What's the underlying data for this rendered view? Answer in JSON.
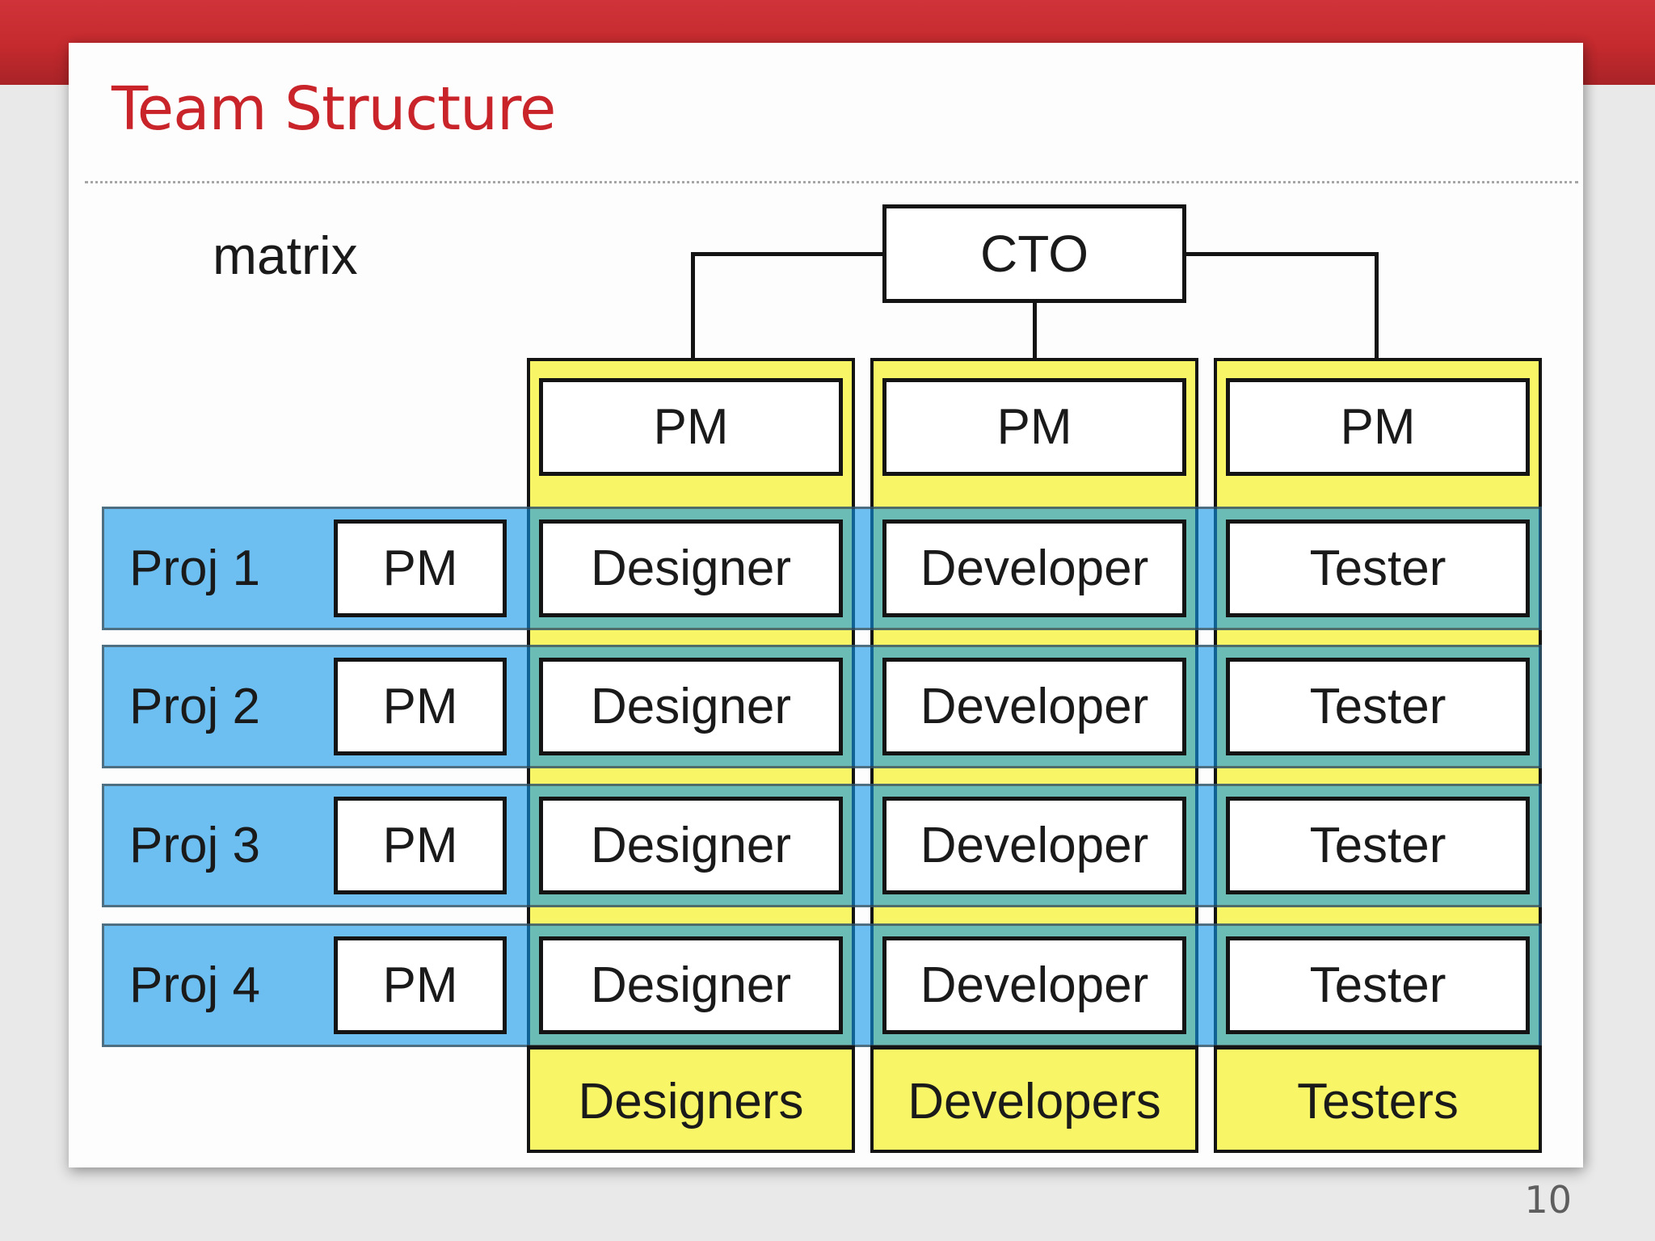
{
  "page": {
    "title": "Team Structure",
    "matrix_label": "matrix",
    "page_number": "10"
  },
  "org": {
    "root_label": "CTO",
    "columns": [
      {
        "header": "PM",
        "role": "Designer",
        "group": "Designers"
      },
      {
        "header": "PM",
        "role": "Developer",
        "group": "Developers"
      },
      {
        "header": "PM",
        "role": "Tester",
        "group": "Testers"
      }
    ],
    "projects": [
      {
        "label": "Proj 1",
        "pm_label": "PM"
      },
      {
        "label": "Proj 2",
        "pm_label": "PM"
      },
      {
        "label": "Proj 3",
        "pm_label": "PM"
      },
      {
        "label": "Proj 4",
        "pm_label": "PM"
      }
    ]
  },
  "colors": {
    "page_bg": "#e9e9e9",
    "banner_top": "#d0343a",
    "banner_bottom": "#a82327",
    "slide_bg": "#fdfdfd",
    "title_red": "#c8242a",
    "text_black": "#1a1a1a",
    "box_border": "#141414",
    "column_yellow": "#f8f566",
    "row_blue": "rgba(13,150,233,0.60)",
    "row_border": "rgba(60,60,60,0.62)",
    "divider_gray": "#a6a6a6",
    "page_num_gray": "#5e5e5e"
  }
}
